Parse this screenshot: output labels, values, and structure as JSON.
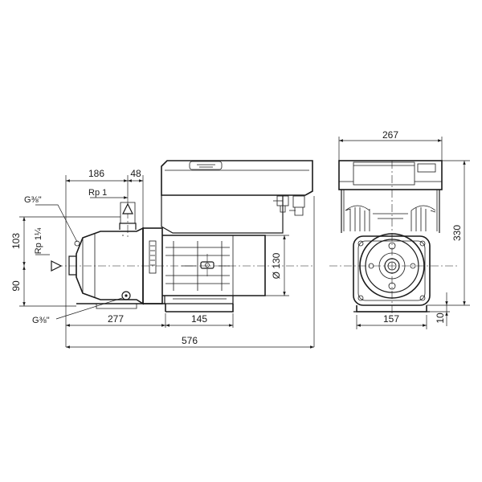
{
  "side_view": {
    "dimensions": {
      "d186": "186",
      "d48": "48",
      "d103": "103",
      "d90": "90",
      "d277": "277",
      "d145": "145",
      "d576": "576",
      "dia130": "Ø 130"
    },
    "labels": {
      "g38_top": "G⅜\"",
      "rp1": "Rp 1",
      "rp114": "Rp 1¼",
      "g38_bottom": "G⅜\""
    }
  },
  "end_view": {
    "dimensions": {
      "d267": "267",
      "d330": "330",
      "d157": "157",
      "d10": "10"
    }
  }
}
